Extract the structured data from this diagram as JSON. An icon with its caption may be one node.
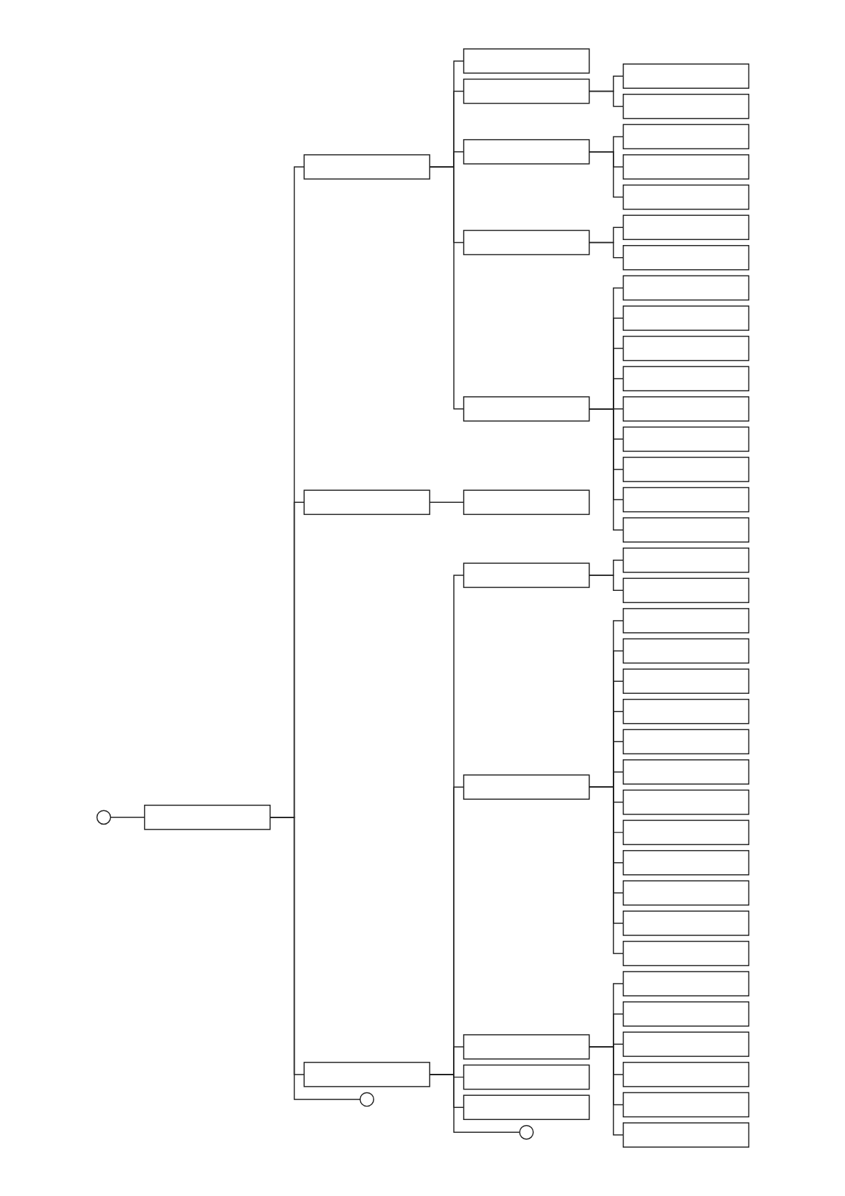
{
  "diagram": {
    "nodes": [
      {
        "text": [],
        "shape": "circle"
      },
      {
        "text": [],
        "shape": "box"
      },
      {
        "text": [],
        "shape": "box"
      },
      {
        "text": [],
        "shape": "box"
      },
      {
        "text": [],
        "shape": "box"
      },
      {
        "text": [],
        "shape": "box"
      },
      {
        "text": [],
        "shape": "box"
      },
      {
        "text": [],
        "shape": "box"
      },
      {
        "text": [],
        "shape": "box"
      },
      {
        "text": [],
        "shape": "box"
      },
      {
        "text": [],
        "shape": "box"
      },
      {
        "text": [],
        "shape": "box"
      },
      {
        "text": [],
        "shape": "box"
      },
      {
        "text": [],
        "shape": "box"
      },
      {
        "text": [],
        "shape": "box"
      },
      {
        "text": [],
        "shape": "box"
      },
      {
        "text": [],
        "shape": "box"
      },
      {
        "text": [],
        "shape": "box"
      },
      {
        "text": [],
        "shape": "box"
      },
      {
        "text": [],
        "shape": "box"
      },
      {
        "text": [],
        "shape": "box"
      },
      {
        "text": [],
        "shape": "box"
      },
      {
        "text": [],
        "shape": "box"
      },
      {
        "text": [],
        "shape": "box"
      },
      {
        "text": [],
        "shape": "box"
      },
      {
        "text": [],
        "shape": "box"
      },
      {
        "text": [],
        "shape": "box"
      },
      {
        "text": [],
        "shape": "box"
      },
      {
        "text": [],
        "shape": "box"
      },
      {
        "text": [],
        "shape": "box"
      },
      {
        "text": [],
        "shape": "box"
      },
      {
        "text": [],
        "shape": "box"
      },
      {
        "text": [],
        "shape": "box"
      },
      {
        "text": [],
        "shape": "box"
      },
      {
        "text": [],
        "shape": "box"
      },
      {
        "text": [],
        "shape": "box"
      },
      {
        "text": [],
        "shape": "box"
      },
      {
        "text": [],
        "shape": "box"
      },
      {
        "text": [],
        "shape": "box"
      },
      {
        "text": [],
        "shape": "box"
      },
      {
        "text": [],
        "shape": "box"
      },
      {
        "text": [],
        "shape": "box"
      },
      {
        "text": [],
        "shape": "box"
      },
      {
        "text": [],
        "shape": "box"
      },
      {
        "text": [],
        "shape": "box"
      },
      {
        "text": [],
        "shape": "box"
      },
      {
        "text": [],
        "shape": "box"
      },
      {
        "text": [],
        "shape": "box"
      },
      {
        "text": [],
        "shape": "box"
      },
      {
        "text": [],
        "shape": "box"
      },
      {
        "text": [],
        "shape": "box"
      },
      {
        "text": [],
        "shape": "box"
      },
      {
        "text": [],
        "shape": "circle"
      },
      {
        "text": [],
        "shape": "circle"
      }
    ],
    "edges": [
      {
        "from": 0,
        "to": 1,
        "arrow": "none"
      },
      {
        "from": 1,
        "to": 2,
        "arrow": "none"
      },
      {
        "from": 2,
        "to": 3,
        "arrow": "none"
      },
      {
        "from": 2,
        "to": 4,
        "arrow": "none"
      },
      {
        "from": 4,
        "to": 5,
        "arrow": "none"
      },
      {
        "from": 4,
        "to": 6,
        "arrow": "none"
      },
      {
        "from": 2,
        "to": 7,
        "arrow": "none"
      },
      {
        "from": 7,
        "to": 8,
        "arrow": "none"
      },
      {
        "from": 7,
        "to": 9,
        "arrow": "none"
      },
      {
        "from": 7,
        "to": 10,
        "arrow": "none"
      },
      {
        "from": 2,
        "to": 11,
        "arrow": "none"
      },
      {
        "from": 11,
        "to": 12,
        "arrow": "none"
      },
      {
        "from": 11,
        "to": 13,
        "arrow": "none"
      },
      {
        "from": 2,
        "to": 14,
        "arrow": "none"
      },
      {
        "from": 14,
        "to": 15,
        "arrow": "none"
      },
      {
        "from": 14,
        "to": 16,
        "arrow": "none"
      },
      {
        "from": 14,
        "to": 17,
        "arrow": "none"
      },
      {
        "from": 14,
        "to": 18,
        "arrow": "none"
      },
      {
        "from": 14,
        "to": 19,
        "arrow": "none"
      },
      {
        "from": 14,
        "to": 20,
        "arrow": "none"
      },
      {
        "from": 14,
        "to": 21,
        "arrow": "none"
      },
      {
        "from": 14,
        "to": 22,
        "arrow": "none"
      },
      {
        "from": 14,
        "to": 23,
        "arrow": "none"
      },
      {
        "from": 1,
        "to": 24,
        "arrow": "none"
      },
      {
        "from": 24,
        "to": 25,
        "arrow": "none"
      },
      {
        "from": 1,
        "to": 26,
        "arrow": "none"
      },
      {
        "from": 26,
        "to": 27,
        "arrow": "none"
      },
      {
        "from": 27,
        "to": 28,
        "arrow": "none"
      },
      {
        "from": 27,
        "to": 29,
        "arrow": "none"
      },
      {
        "from": 26,
        "to": 30,
        "arrow": "none"
      },
      {
        "from": 30,
        "to": 31,
        "arrow": "none"
      },
      {
        "from": 30,
        "to": 32,
        "arrow": "none"
      },
      {
        "from": 30,
        "to": 33,
        "arrow": "none"
      },
      {
        "from": 30,
        "to": 34,
        "arrow": "none"
      },
      {
        "from": 30,
        "to": 35,
        "arrow": "none"
      },
      {
        "from": 30,
        "to": 36,
        "arrow": "none"
      },
      {
        "from": 30,
        "to": 37,
        "arrow": "none"
      },
      {
        "from": 30,
        "to": 38,
        "arrow": "none"
      },
      {
        "from": 30,
        "to": 39,
        "arrow": "none"
      },
      {
        "from": 30,
        "to": 40,
        "arrow": "none"
      },
      {
        "from": 30,
        "to": 41,
        "arrow": "none"
      },
      {
        "from": 30,
        "to": 42,
        "arrow": "none"
      },
      {
        "from": 26,
        "to": 43,
        "arrow": "none"
      },
      {
        "from": 43,
        "to": 44,
        "arrow": "none"
      },
      {
        "from": 43,
        "to": 45,
        "arrow": "none"
      },
      {
        "from": 43,
        "to": 46,
        "arrow": "none"
      },
      {
        "from": 43,
        "to": 47,
        "arrow": "none"
      },
      {
        "from": 43,
        "to": 48,
        "arrow": "none"
      },
      {
        "from": 43,
        "to": 49,
        "arrow": "none"
      },
      {
        "from": 26,
        "to": 50,
        "arrow": "none"
      },
      {
        "from": 26,
        "to": 51,
        "arrow": "none"
      },
      {
        "from": 26,
        "to": 53,
        "arrow": "none"
      },
      {
        "from": 1,
        "to": 52,
        "arrow": "none"
      }
    ]
  }
}
